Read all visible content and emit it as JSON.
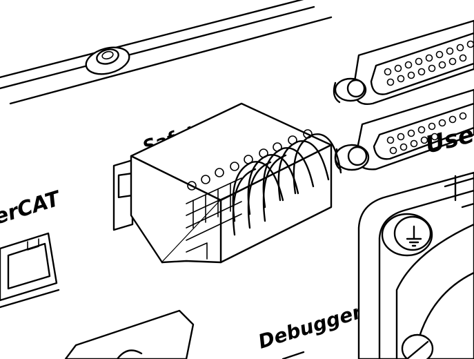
{
  "labels": {
    "safety_io": "Safety I/O",
    "ethercat": "erCAT",
    "user": "User",
    "debugger": "Debugger"
  },
  "colors": {
    "line": "#000000",
    "background": "#ffffff"
  },
  "icons": {
    "ground_symbol": "ground-symbol-icon"
  }
}
